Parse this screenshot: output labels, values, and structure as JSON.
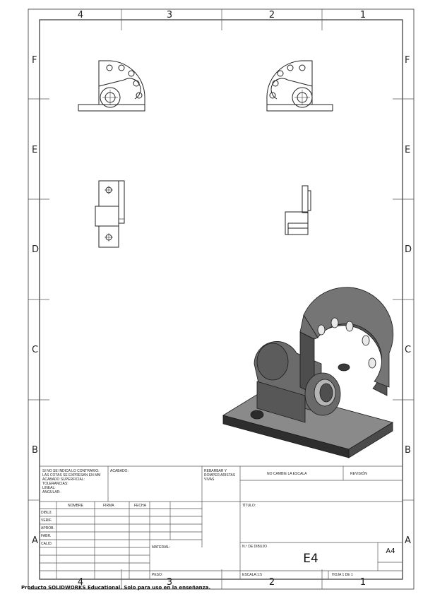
{
  "zones": {
    "top": [
      "4",
      "3",
      "2",
      "1"
    ],
    "bottom": [
      "4",
      "3",
      "2",
      "1"
    ],
    "left": [
      "F",
      "E",
      "D",
      "C",
      "B",
      "A"
    ],
    "right": [
      "F",
      "E",
      "D",
      "C",
      "B",
      "A"
    ]
  },
  "title_block": {
    "tolerance_note": "SI NO SE INDICA LO CONTRARIO:\nLAS COTAS SE EXPRESAN EN MM\nACABADO SUPERFICIAL:\nTOLERANCIAS:\n  LINEAL:\n  ANGULAR:",
    "finish_label": "ACABADO:",
    "deburr_note": "REBARBAR Y\nROMPER ARISTAS\nVIVAS",
    "no_scale": "NO CAMBIE LA ESCALA",
    "revision_label": "REVISIÓN",
    "columns": [
      "NOMBRE",
      "FIRMA",
      "FECHA"
    ],
    "rows": [
      "DIBUJ.",
      "VERIF.",
      "APROB.",
      "FABR.",
      "CALID."
    ],
    "title_label": "TÍTULO:",
    "material_label": "MATERIAL:",
    "drawing_no_label": "N.º DE DIBUJO",
    "drawing_number": "E4",
    "sheet_size": "A4",
    "weight_label": "PESO:",
    "scale_label": "ESCALA:1:5",
    "sheet_label": "HOJA 1 DE 1"
  },
  "watermark": "Producto SOLIDWORKS Educational. Solo para uso en la enseñanza."
}
